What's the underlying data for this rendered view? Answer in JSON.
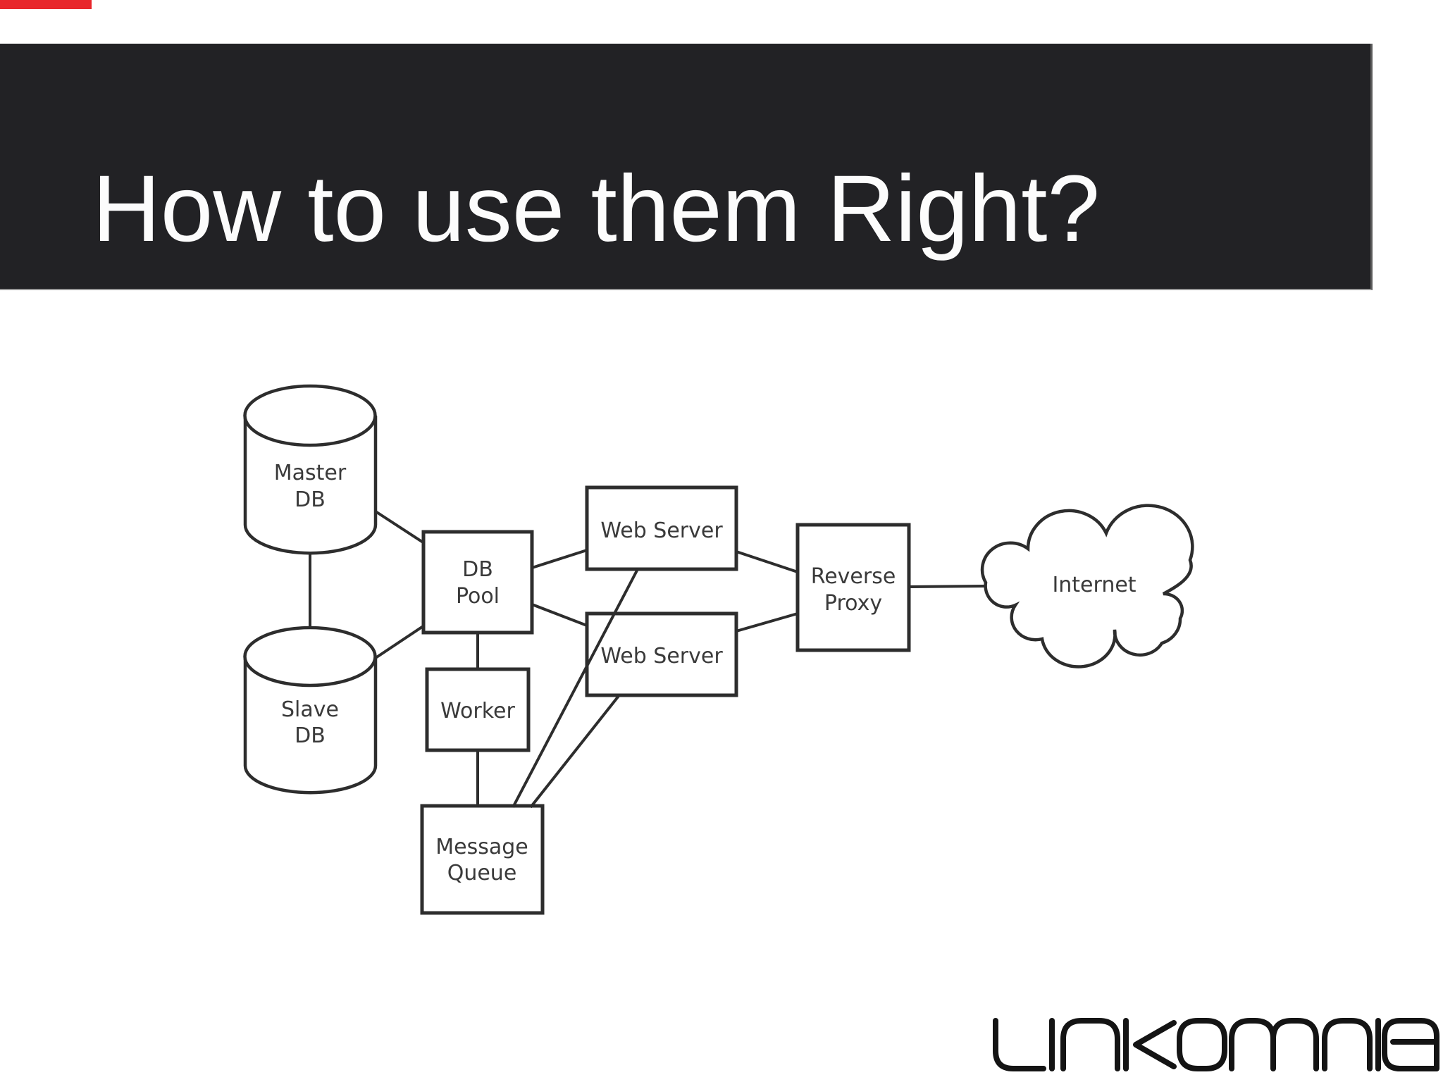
{
  "progress_bar": {
    "color": "#e8262b"
  },
  "header": {
    "title": "How to use them Right?",
    "background": "#222225",
    "text_color": "#fcfcfc"
  },
  "diagram": {
    "stroke_color": "#2d2d2d",
    "label_color": "#3a3a3a",
    "nodes": {
      "master_db": {
        "shape": "cylinder",
        "lines": [
          "Master",
          "DB"
        ]
      },
      "slave_db": {
        "shape": "cylinder",
        "lines": [
          "Slave",
          "DB"
        ]
      },
      "db_pool": {
        "shape": "box",
        "lines": [
          "DB",
          "Pool"
        ]
      },
      "worker": {
        "shape": "box",
        "lines": [
          "Worker"
        ]
      },
      "message_queue": {
        "shape": "box",
        "lines": [
          "Message",
          "Queue"
        ]
      },
      "web_server_top": {
        "shape": "box",
        "lines": [
          "Web Server"
        ]
      },
      "web_server_bottom": {
        "shape": "box",
        "lines": [
          "Web Server"
        ]
      },
      "reverse_proxy": {
        "shape": "box",
        "lines": [
          "Reverse",
          "Proxy"
        ]
      },
      "internet": {
        "shape": "cloud",
        "lines": [
          "Internet"
        ]
      }
    },
    "edges": [
      [
        "master_db",
        "slave_db"
      ],
      [
        "master_db",
        "db_pool"
      ],
      [
        "slave_db",
        "db_pool"
      ],
      [
        "db_pool",
        "web_server_top"
      ],
      [
        "db_pool",
        "web_server_bottom"
      ],
      [
        "db_pool",
        "worker"
      ],
      [
        "worker",
        "message_queue"
      ],
      [
        "message_queue",
        "web_server_top"
      ],
      [
        "message_queue",
        "web_server_bottom"
      ],
      [
        "web_server_top",
        "reverse_proxy"
      ],
      [
        "web_server_bottom",
        "reverse_proxy"
      ],
      [
        "reverse_proxy",
        "internet"
      ]
    ]
  },
  "footer": {
    "logo_text": "LINKOMNIA"
  }
}
